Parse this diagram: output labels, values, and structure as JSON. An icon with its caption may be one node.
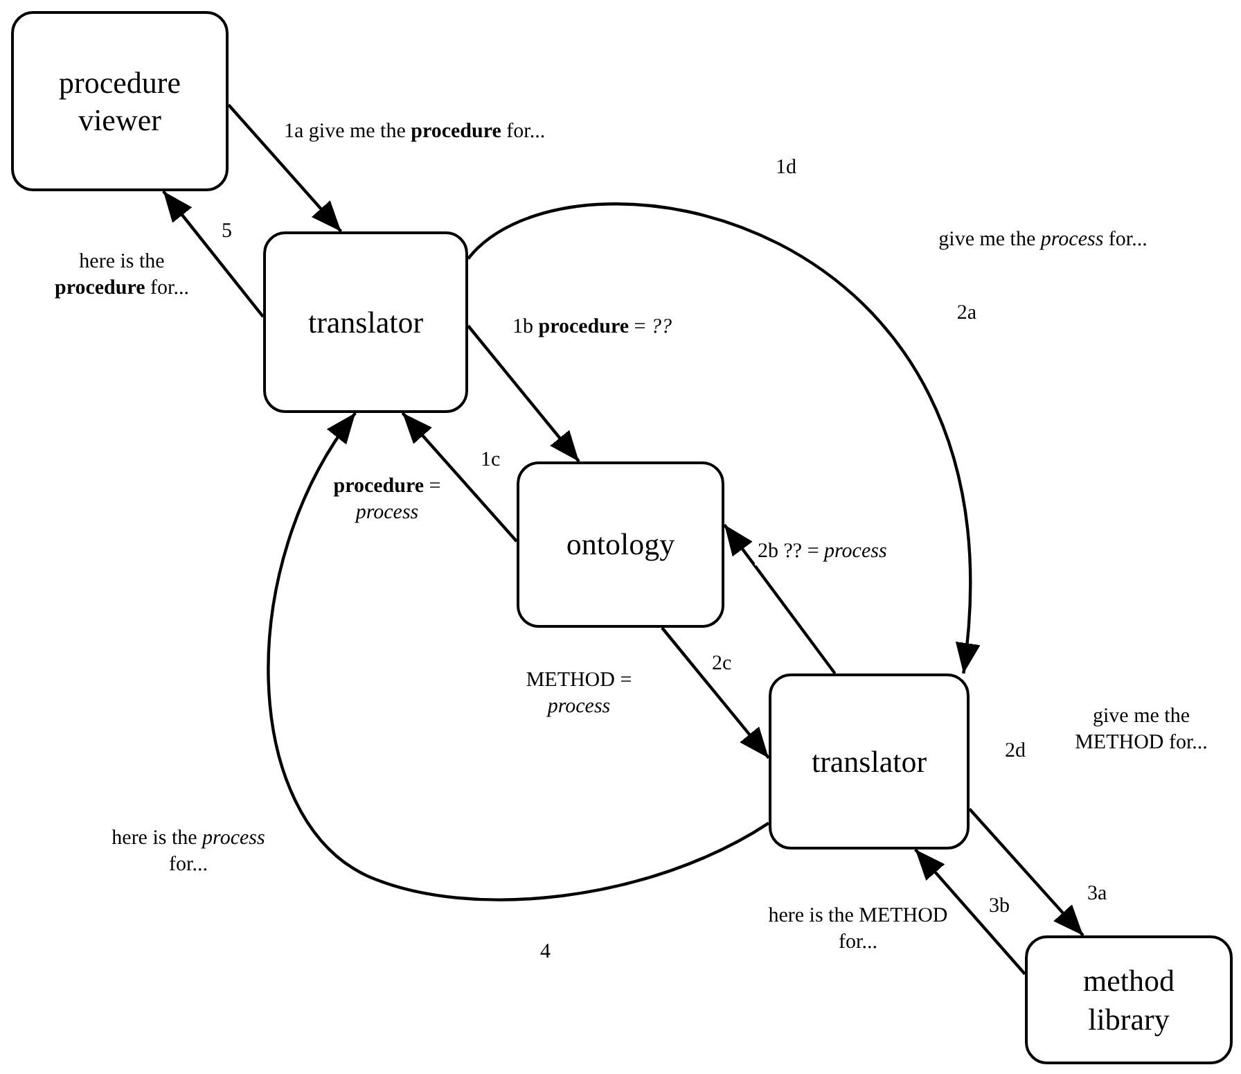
{
  "diagram": {
    "nodes": [
      {
        "text": [
          "procedure viewer"
        ]
      },
      {
        "text": [
          "translator"
        ]
      },
      {
        "text": [
          "ontology"
        ]
      },
      {
        "text": [
          "translator"
        ]
      },
      {
        "text": [
          "method library"
        ]
      }
    ],
    "edges": [
      {
        "from": 0,
        "to": 1,
        "arrow": "to",
        "label": "1a give me the **procedure** for..."
      },
      {
        "from": 1,
        "to": 0,
        "arrow": "to",
        "label": "5"
      },
      {
        "from": 1,
        "to": 2,
        "arrow": "to",
        "label": "1b **procedure** = *??*"
      },
      {
        "from": 2,
        "to": 1,
        "arrow": "to",
        "label": "1c"
      },
      {
        "from": 1,
        "to": 3,
        "arrow": "to",
        "label": "1d"
      },
      {
        "from": 3,
        "to": 2,
        "arrow": "to",
        "label": "2b ?? = *process*"
      },
      {
        "from": 2,
        "to": 3,
        "arrow": "to",
        "label": "2c"
      },
      {
        "from": 3,
        "to": 4,
        "arrow": "to",
        "label": "3a"
      },
      {
        "from": 4,
        "to": 3,
        "arrow": "to",
        "label": "3b"
      },
      {
        "from": 3,
        "to": 1,
        "arrow": "to",
        "label": "4"
      }
    ],
    "labels": [
      "give me the *process* for...",
      "2a",
      "here is the **procedure** for...",
      "**procedure** = *process*",
      "METHOD = *process*",
      "give me the METHOD for...",
      "2d",
      "here is the *process* for...",
      "here is the METHOD for..."
    ]
  }
}
